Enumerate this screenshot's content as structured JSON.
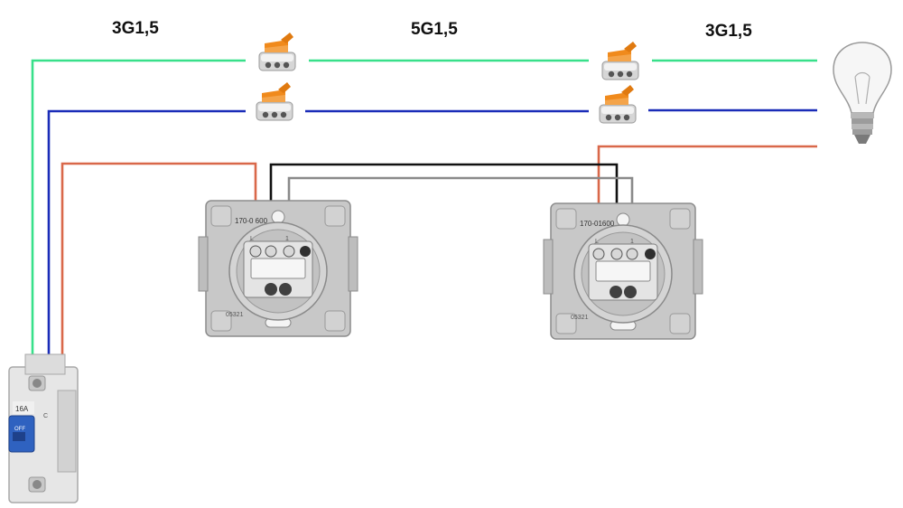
{
  "cable_labels": {
    "left": "3G1,5",
    "middle": "5G1,5",
    "right": "3G1,5"
  },
  "switch_left": {
    "model_code": "170-0 600",
    "terminal_l": "L",
    "terminal_1": "1",
    "part_no": "05321"
  },
  "switch_right": {
    "model_code": "170-01600",
    "terminal_l": "L",
    "terminal_1": "1",
    "part_no": "05321"
  },
  "breaker": {
    "rating": "16A",
    "curve": "C",
    "state_label": "OFF"
  },
  "colors": {
    "earth": "#38e08a",
    "neutral": "#1a2cb8",
    "live": "#d9684a",
    "traveler_black": "#111111",
    "traveler_grey": "#8a8a8a",
    "connector_lever": "#f08a1c"
  },
  "icons": [
    "wago-connector-icon",
    "light-bulb-icon",
    "circuit-breaker-icon",
    "two-way-switch-icon"
  ]
}
